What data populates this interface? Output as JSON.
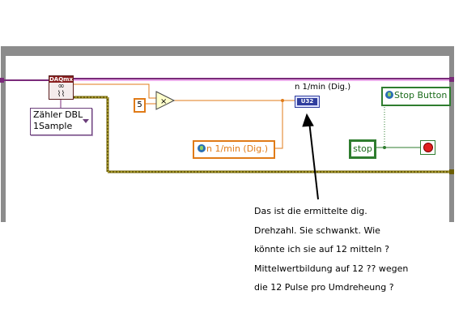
{
  "diagram": {
    "daqmx_label": "DAQmx",
    "selector_text": "Zähler DBL\n1Sample",
    "constant_value": "5",
    "indicator_label": "n 1/min (Dig.)",
    "indicator_type": "U32",
    "local_variable_text": "n 1/min (Dig.)",
    "stop_button_text": "Stop Button",
    "stop_local_text": "stop"
  },
  "note": {
    "text": "Das ist die ermittelte dig.\nDrehzahl. Sie schwankt. Wie\nkönnte ich sie auf 12 mitteln ?\nMittelwertbildung auf 12 ?? wegen\ndie 12 Pulse pro Umdreheung ?"
  },
  "colors": {
    "loop_border": "#888888",
    "orange_wire": "#e07b18",
    "error_wire": "#d4c84a",
    "bool_wire": "#2f7d2f",
    "task_wire": "#7a2a7a"
  }
}
